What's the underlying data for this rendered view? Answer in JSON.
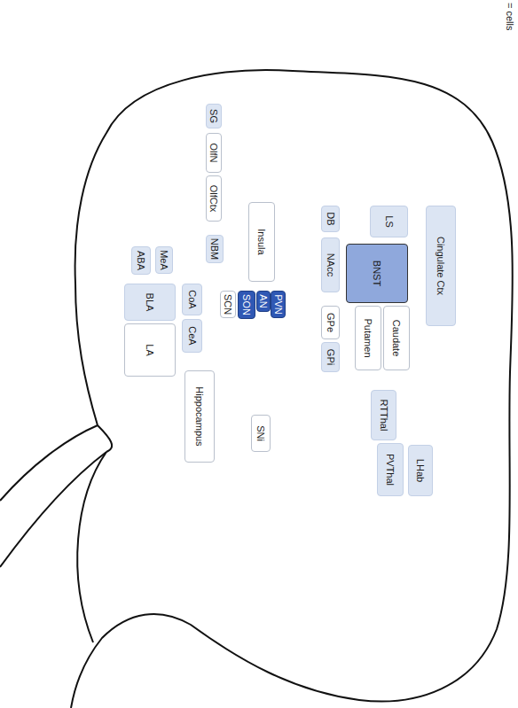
{
  "diagram": {
    "nodes": [
      {
        "text": [
          "Cingulate Ctx"
        ]
      },
      {
        "text": [
          "LS"
        ]
      },
      {
        "text": [
          "BNST"
        ]
      },
      {
        "text": [
          "DB"
        ]
      },
      {
        "text": [
          "NAcc"
        ]
      },
      {
        "text": [
          "Caudate"
        ]
      },
      {
        "text": [
          "Putamen"
        ]
      },
      {
        "text": [
          "GPe"
        ]
      },
      {
        "text": [
          "GPi"
        ]
      },
      {
        "text": [
          "RTThal"
        ]
      },
      {
        "text": [
          "PVThal"
        ]
      },
      {
        "text": [
          "LHab"
        ]
      },
      {
        "text": [
          "Insula"
        ]
      },
      {
        "text": [
          "PVN"
        ]
      },
      {
        "text": [
          "AN"
        ]
      },
      {
        "text": [
          "SON"
        ]
      },
      {
        "text": [
          "SCN"
        ]
      },
      {
        "text": [
          "SNi"
        ]
      },
      {
        "text": [
          "SG"
        ]
      },
      {
        "text": [
          "OlfN"
        ]
      },
      {
        "text": [
          "OlfCtx"
        ]
      },
      {
        "text": [
          "NBM"
        ]
      },
      {
        "text": [
          "MeA"
        ]
      },
      {
        "text": [
          "ABA"
        ]
      },
      {
        "text": [
          "CoA"
        ]
      },
      {
        "text": [
          "CeA"
        ]
      },
      {
        "text": [
          "BLA"
        ]
      },
      {
        "text": [
          "LA"
        ]
      },
      {
        "text": [
          "Hippocampus"
        ]
      }
    ],
    "labels": [
      "= cells"
    ]
  }
}
